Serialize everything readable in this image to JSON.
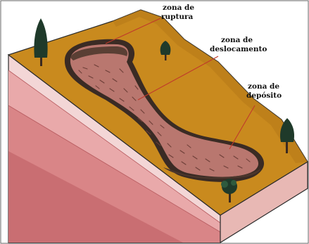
{
  "diagram": {
    "labels": {
      "rupture": [
        "zona de",
        "ruptura"
      ],
      "displacement": [
        "zona de",
        "deslocamento"
      ],
      "deposit": [
        "zona de",
        "depósito"
      ]
    },
    "colors": {
      "surface": "#C98A1E",
      "surface_dark": "#A8701A",
      "slide": "#B9776F",
      "slide_edge": "#3A2B24",
      "strata_light": "#F3D6D6",
      "strata_mid": "#E9A9AA",
      "strata_dark": "#D98587",
      "front_face": "#F0C8C4",
      "tree": "#1F3A2A",
      "trunk": "#3B2A20",
      "leader_line": "#C0392B",
      "outline": "#2B2B2B"
    }
  }
}
